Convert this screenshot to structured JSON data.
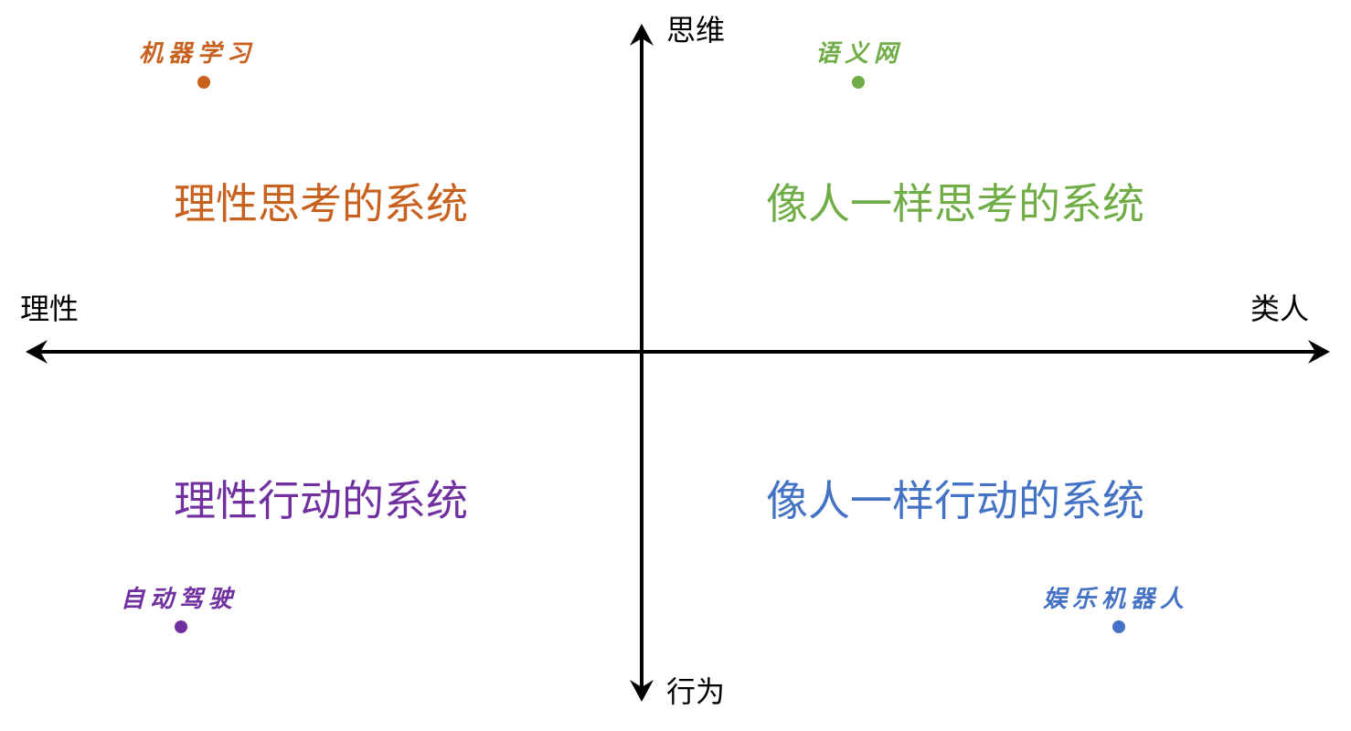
{
  "diagram": {
    "type": "quadrant",
    "axes": {
      "horizontal": {
        "left_label": "理性",
        "right_label": "类人"
      },
      "vertical": {
        "top_label": "思维",
        "bottom_label": "行为"
      },
      "color": "#000000"
    },
    "quadrants": [
      {
        "position": "top-left",
        "label": "理性思考的系统",
        "color": "#C8601E"
      },
      {
        "position": "top-right",
        "label": "像人一样思考的系统",
        "color": "#70AD47"
      },
      {
        "position": "bottom-left",
        "label": "理性行动的系统",
        "color": "#7030A0"
      },
      {
        "position": "bottom-right",
        "label": "像人一样行动的系统",
        "color": "#4472C4"
      }
    ],
    "points": [
      {
        "label": "机器学习",
        "quadrant": "top-left",
        "color": "#C8601E"
      },
      {
        "label": "语义网",
        "quadrant": "top-right",
        "color": "#70AD47"
      },
      {
        "label": "自动驾驶",
        "quadrant": "bottom-left",
        "color": "#7030A0"
      },
      {
        "label": "娱乐机器人",
        "quadrant": "bottom-right",
        "color": "#4472C4"
      }
    ]
  }
}
